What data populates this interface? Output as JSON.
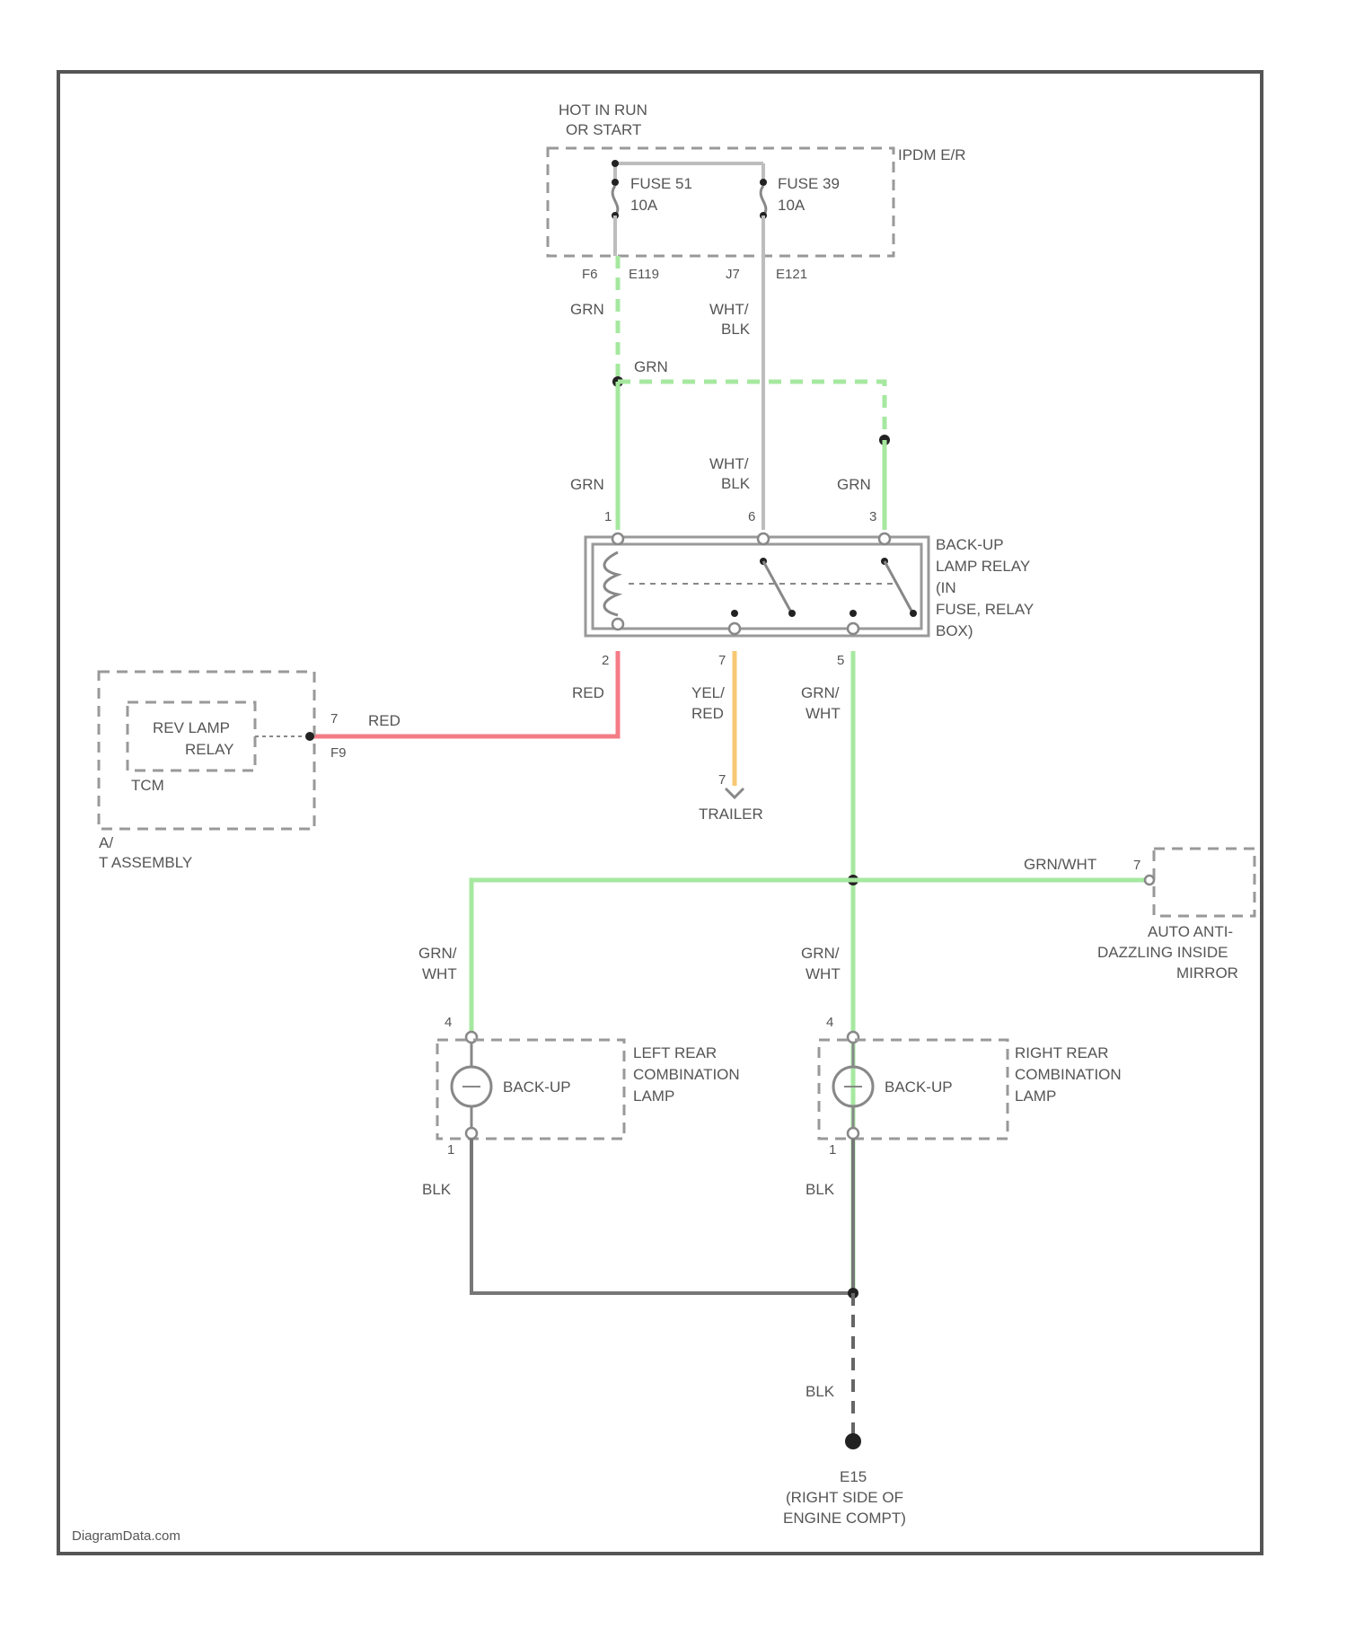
{
  "labels": {
    "hot_in_run_1": "HOT IN RUN",
    "hot_in_run_2": "OR START",
    "power_dist": "IPDM E/R",
    "fuse_51": "FUSE 51",
    "fuse_51_amp": "10A",
    "fuse_39": "FUSE 39",
    "fuse_39_amp": "10A",
    "conn_f6": "F6",
    "conn_e119": "E119",
    "conn_j7": "J7",
    "conn_e121": "E121",
    "relay_1": "BACK-UP",
    "relay_2": "LAMP RELAY",
    "relay_3": "(IN",
    "relay_4": "FUSE, RELAY",
    "relay_5": "BOX)",
    "rev_relay_1": "REV LAMP",
    "rev_relay_2": "RELAY",
    "tcm": "TCM",
    "at_assy_1": "A/",
    "at_assy_2": "T ASSEMBLY",
    "conn_f9": "F9",
    "trailer": "TRAILER",
    "mirror_1": "AUTO ANTI-",
    "mirror_2": "DAZZLING INSIDE",
    "mirror_3": "MIRROR",
    "left_lamp_1": "LEFT REAR",
    "left_lamp_2": "COMBINATION",
    "left_lamp_3": "LAMP",
    "right_lamp_1": "RIGHT REAR",
    "right_lamp_2": "COMBINATION",
    "right_lamp_3": "LAMP",
    "backup": "BACK-UP",
    "ground_1": "E15",
    "ground_2": "(RIGHT SIDE OF",
    "ground_3": "ENGINE COMPT)",
    "watermark": "DiagramData.com"
  },
  "wires": {
    "grn": "GRN",
    "wht": "WHT/",
    "blk": "BLK",
    "red": "RED",
    "yel": "YEL/",
    "grn_slash": "GRN/",
    "wht_only": "WHT",
    "grn_wht": "GRN/WHT",
    "blk_only": "BLK"
  },
  "pins": {
    "p1": "1",
    "p2": "2",
    "p3": "3",
    "p5": "5",
    "p6": "6",
    "p7": "7",
    "p4": "4"
  },
  "colors": {
    "green_wire": "#a6e8a0",
    "red_wire": "#f47c87",
    "yellow_wire": "#f7c873",
    "gray_wire": "#bdbdbd",
    "black_wire": "#777777"
  }
}
